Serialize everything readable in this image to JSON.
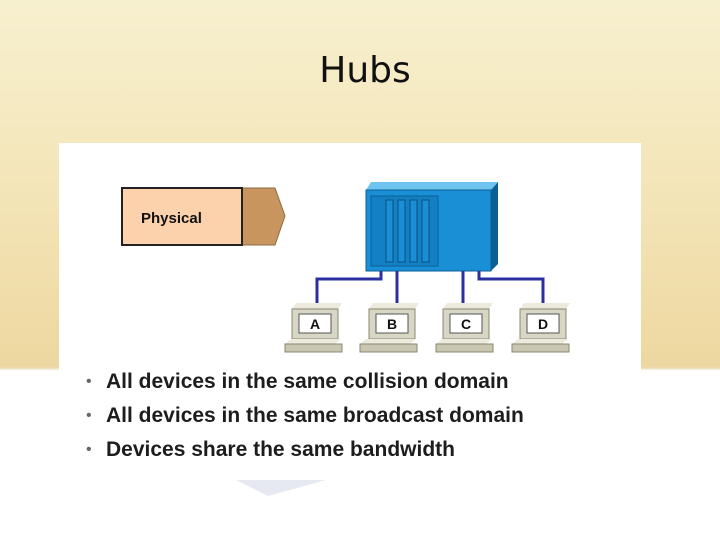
{
  "slide": {
    "title": "Hubs"
  },
  "diagram": {
    "layer_label": "Physical",
    "hosts": [
      {
        "label": "A"
      },
      {
        "label": "B"
      },
      {
        "label": "C"
      },
      {
        "label": "D"
      }
    ]
  },
  "bullets": [
    "All devices in the same collision domain",
    "All devices in the same broadcast domain",
    "Devices share the same bandwidth"
  ],
  "colors": {
    "hub": "#1a8fd6",
    "cable": "#2b2fa0",
    "layer_box": "#f5c9a0",
    "background_top": "#f3e4b6"
  }
}
